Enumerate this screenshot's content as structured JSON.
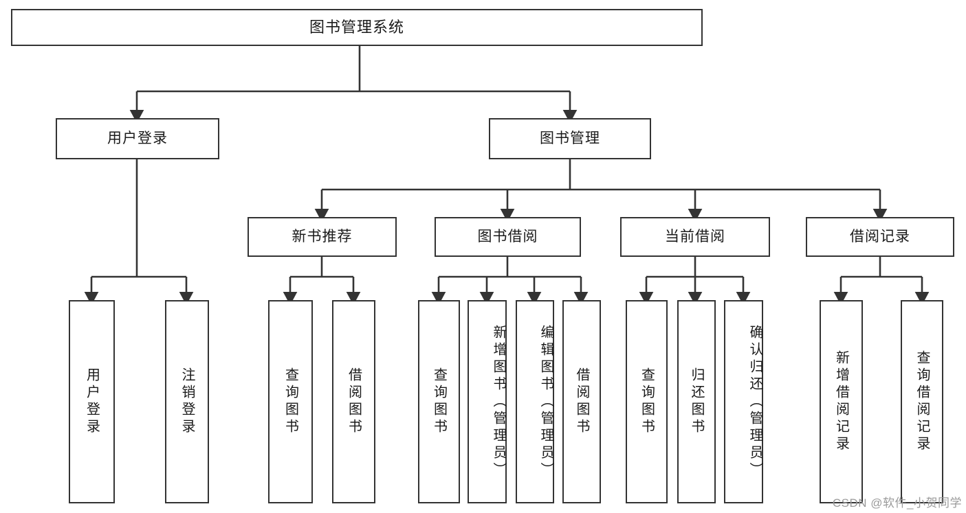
{
  "diagram": {
    "title": "图书管理系统",
    "watermark": "CSDN @软件_小贺同学",
    "stroke_color": "#333333",
    "fill_color": "#ffffff",
    "text_color": "#1a1a1a",
    "watermark_color": "#9a9a9a"
  },
  "nodes": {
    "root": {
      "label": "图书管理系统"
    },
    "level2": [
      {
        "label": "用户登录"
      },
      {
        "label": "图书管理"
      }
    ],
    "level3": [
      {
        "label": "新书推荐"
      },
      {
        "label": "图书借阅"
      },
      {
        "label": "当前借阅"
      },
      {
        "label": "借阅记录"
      }
    ],
    "leaves": {
      "user_login": [
        {
          "label": "用户登录"
        },
        {
          "label": "注销登录"
        }
      ],
      "new_book_recommend": [
        {
          "label": "查询图书"
        },
        {
          "label": "借阅图书"
        }
      ],
      "book_borrow": [
        {
          "label": "查询图书"
        },
        {
          "label": "新增图书（管理员）"
        },
        {
          "label": "编辑图书（管理员）"
        },
        {
          "label": "借阅图书"
        }
      ],
      "current_borrow": [
        {
          "label": "查询图书"
        },
        {
          "label": "归还图书"
        },
        {
          "label": "确认归还（管理员）"
        }
      ],
      "borrow_record": [
        {
          "label": "新增借阅记录"
        },
        {
          "label": "查询借阅记录"
        }
      ]
    }
  }
}
